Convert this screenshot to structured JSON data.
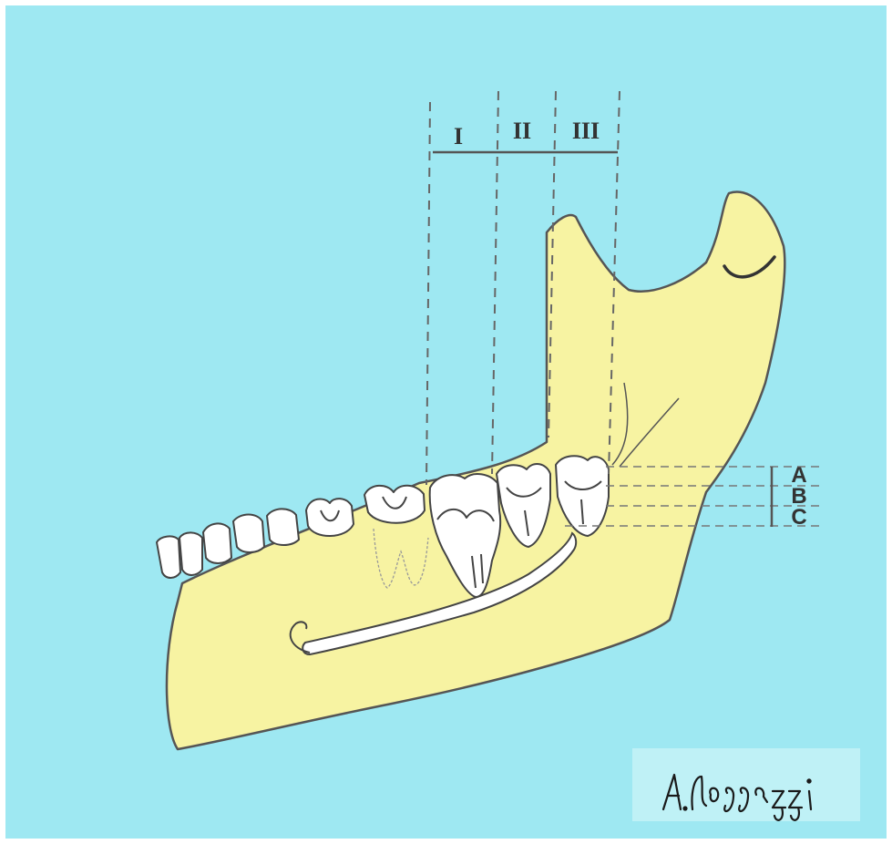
{
  "figure": {
    "background": "#9ee8f2",
    "bone_color": "#f7f3a2",
    "tooth_color": "#ffffff",
    "outline_color": "#444444"
  },
  "ramus_classes": [
    "I",
    "II",
    "III"
  ],
  "depth_classes": [
    "A",
    "B",
    "C"
  ],
  "signature": {
    "lettering": "A.Loggiaggi",
    "panel_color": "#bff1f6"
  }
}
